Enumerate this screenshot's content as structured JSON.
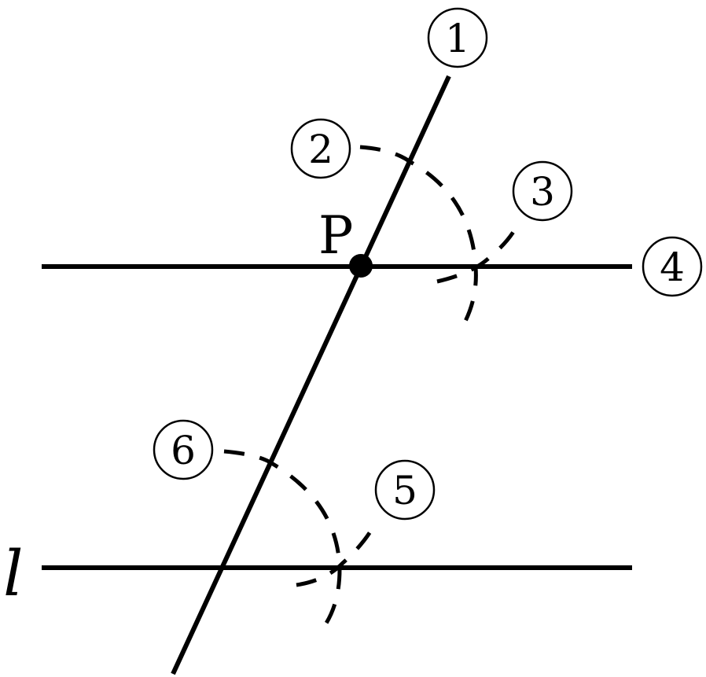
{
  "point": {
    "label": "P"
  },
  "line_label": "l",
  "markers": {
    "m1": "1",
    "m2": "2",
    "m3": "3",
    "m4": "4",
    "m5": "5",
    "m6": "6"
  },
  "colors": {
    "stroke": "#000000",
    "background": "#ffffff"
  }
}
